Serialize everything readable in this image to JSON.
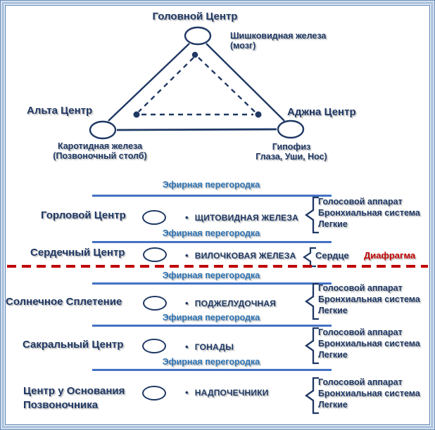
{
  "colors": {
    "navy": "#1F3864",
    "partition_blue": "#2E74B5",
    "line_blue": "#4472C4",
    "red": "#C00000"
  },
  "bullet": "•",
  "partition_label": "Эфирная перегородка",
  "diaphragm": "Диафрагма",
  "organs": [
    "Голосовой аппарат",
    "Бронхиальная система",
    "Легкие"
  ],
  "top": {
    "head_label": "Головной Центр",
    "pineal_gland": "Шишковидная железа",
    "pineal_note": "(мозг)",
    "alta_label": "Альта Центр",
    "ajna_label": "Аджна Центр",
    "carotid_gland": "Каротидная железа",
    "carotid_note": "(Позвоночный столб)",
    "pituitary_gland": "Гипофиз",
    "pituitary_note": "Глаза, Уши, Нос)"
  },
  "rows": {
    "throat": {
      "label": "Горловой Центр",
      "gland": "ЩИТОВИДНАЯ ЖЕЛЕЗА"
    },
    "heart": {
      "label": "Сердечный Центр",
      "gland": "ВИЛОЧКОВАЯ ЖЕЛЕЗА",
      "organ": "Сердце"
    },
    "solar": {
      "label": "Солнечное Сплетение",
      "gland": "ПОДЖЕЛУДОЧНАЯ"
    },
    "sacral": {
      "label": "Сакральный Центр",
      "gland": "ГОНАДЫ"
    },
    "base": {
      "label_line1": "Центр у Основания",
      "label_line2": "Позвоночника",
      "gland": "НАДПОЧЕЧНИКИ"
    }
  }
}
